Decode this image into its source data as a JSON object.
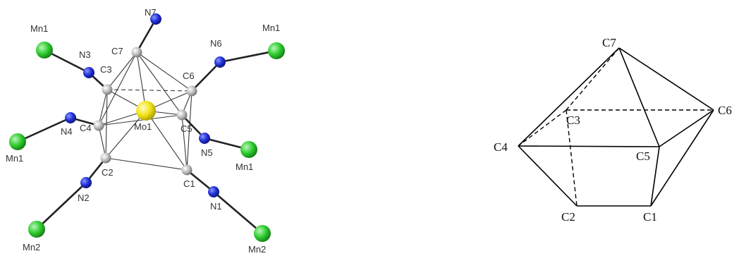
{
  "structure": {
    "atoms": [
      {
        "id": "Mn1_tl",
        "label": "Mn1",
        "element": "Mn"
      },
      {
        "id": "Mn1_tr",
        "label": "Mn1",
        "element": "Mn"
      },
      {
        "id": "Mn1_ml",
        "label": "Mn1",
        "element": "Mn"
      },
      {
        "id": "Mn1_mr",
        "label": "Mn1",
        "element": "Mn"
      },
      {
        "id": "Mn2_bl",
        "label": "Mn2",
        "element": "Mn"
      },
      {
        "id": "Mn2_br",
        "label": "Mn2",
        "element": "Mn"
      },
      {
        "id": "N1",
        "label": "N1",
        "element": "N"
      },
      {
        "id": "N2",
        "label": "N2",
        "element": "N"
      },
      {
        "id": "N3",
        "label": "N3",
        "element": "N"
      },
      {
        "id": "N4",
        "label": "N4",
        "element": "N"
      },
      {
        "id": "N5",
        "label": "N5",
        "element": "N"
      },
      {
        "id": "N6",
        "label": "N6",
        "element": "N"
      },
      {
        "id": "N7",
        "label": "N7",
        "element": "N"
      },
      {
        "id": "C1",
        "label": "C1",
        "element": "C"
      },
      {
        "id": "C2",
        "label": "C2",
        "element": "C"
      },
      {
        "id": "C3",
        "label": "C3",
        "element": "C"
      },
      {
        "id": "C4",
        "label": "C4",
        "element": "C"
      },
      {
        "id": "C5",
        "label": "C5",
        "element": "C"
      },
      {
        "id": "C6",
        "label": "C6",
        "element": "C"
      },
      {
        "id": "C7",
        "label": "C7",
        "element": "C"
      },
      {
        "id": "Mo1",
        "label": "Mo1",
        "element": "Mo"
      }
    ],
    "element_colors": {
      "Mn": "#2ecc2e",
      "N": "#1f2fd6",
      "C": "#bdbdbd",
      "Mo": "#f2e318"
    },
    "bonds": [
      [
        "Mn1_tl",
        "N3"
      ],
      [
        "N3",
        "C3"
      ],
      [
        "Mn1_tr",
        "N6"
      ],
      [
        "N6",
        "C6"
      ],
      [
        "Mn1_ml",
        "N4"
      ],
      [
        "N4",
        "C4"
      ],
      [
        "Mn1_mr",
        "N5"
      ],
      [
        "N5",
        "C5"
      ],
      [
        "Mn2_bl",
        "N2"
      ],
      [
        "N2",
        "C2"
      ],
      [
        "Mn2_br",
        "N1"
      ],
      [
        "N1",
        "C1"
      ],
      [
        "N7",
        "C7"
      ]
    ],
    "cage_edges": [
      [
        "C7",
        "C3"
      ],
      [
        "C7",
        "C6"
      ],
      [
        "C7",
        "C4"
      ],
      [
        "C7",
        "C5"
      ],
      [
        "C3",
        "C4"
      ],
      [
        "C6",
        "C5"
      ],
      [
        "C4",
        "C5"
      ],
      [
        "C4",
        "C2"
      ],
      [
        "C5",
        "C1"
      ],
      [
        "C2",
        "C1"
      ],
      [
        "C3",
        "C2"
      ],
      [
        "C6",
        "C1"
      ],
      [
        "Mo1",
        "C7"
      ],
      [
        "Mo1",
        "C1"
      ],
      [
        "Mo1",
        "C2"
      ],
      [
        "Mo1",
        "C3"
      ],
      [
        "Mo1",
        "C4"
      ],
      [
        "Mo1",
        "C5"
      ],
      [
        "Mo1",
        "C6"
      ]
    ],
    "cage_dashed": [
      [
        "C3",
        "C6"
      ]
    ]
  },
  "polyhedron": {
    "vertices": [
      {
        "id": "C7",
        "label": "C7"
      },
      {
        "id": "C6",
        "label": "C6"
      },
      {
        "id": "C3",
        "label": "C3"
      },
      {
        "id": "C4",
        "label": "C4"
      },
      {
        "id": "C5",
        "label": "C5"
      },
      {
        "id": "C2",
        "label": "C2"
      },
      {
        "id": "C1",
        "label": "C1"
      }
    ],
    "edges_solid": [
      [
        "C7",
        "C4"
      ],
      [
        "C7",
        "C6"
      ],
      [
        "C7",
        "C5"
      ],
      [
        "C4",
        "C5"
      ],
      [
        "C5",
        "C6"
      ],
      [
        "C5",
        "C1"
      ],
      [
        "C6",
        "C1"
      ],
      [
        "C4",
        "C2"
      ],
      [
        "C2",
        "C1"
      ]
    ],
    "edges_dashed": [
      [
        "C7",
        "C3"
      ],
      [
        "C3",
        "C4"
      ],
      [
        "C3",
        "C6"
      ],
      [
        "C3",
        "C2"
      ]
    ]
  }
}
